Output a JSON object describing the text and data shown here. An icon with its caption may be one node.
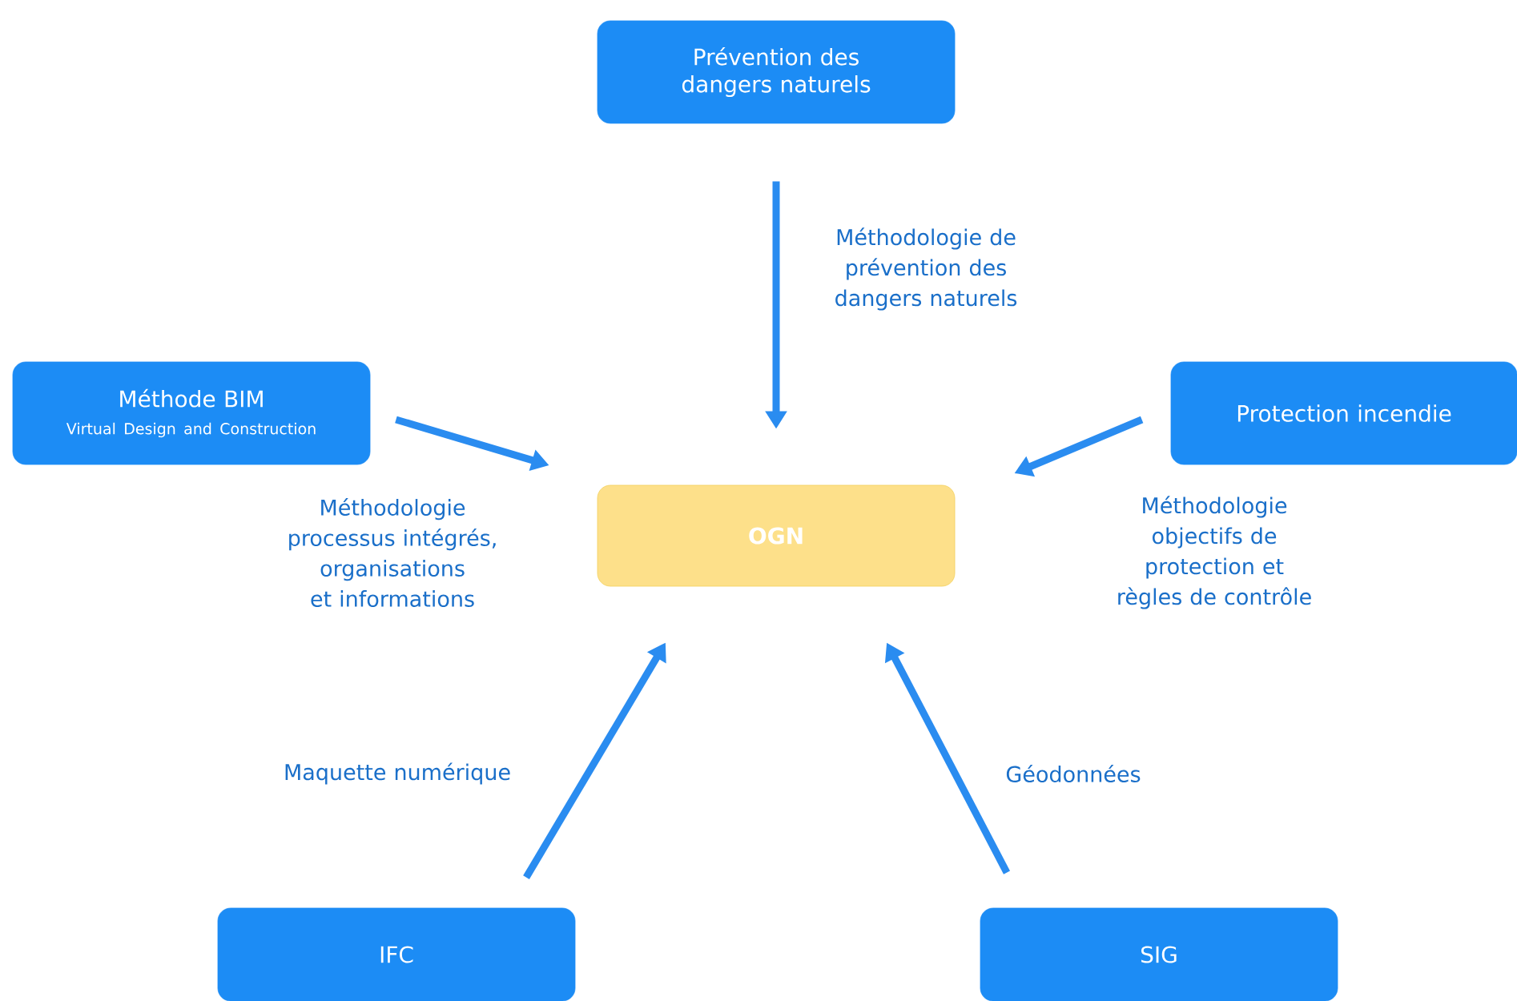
{
  "diagram": {
    "nodes": [
      {
        "text": [
          "Prévention des dangers naturels"
        ]
      },
      {
        "text": [
          "Méthode BIM",
          "Virtual Design and Construction"
        ]
      },
      {
        "text": [
          "Protection incendie"
        ]
      },
      {
        "text": [
          "OGN"
        ]
      },
      {
        "text": [
          "IFC"
        ]
      },
      {
        "text": [
          "SIG"
        ]
      }
    ],
    "edges": [
      {
        "from": 0,
        "to": 3,
        "arrow": "to",
        "label": "Méthodologie de prévention des dangers naturels"
      },
      {
        "from": 1,
        "to": 3,
        "arrow": "to",
        "label": "Méthodologie processus intégrés, organisations et informations"
      },
      {
        "from": 2,
        "to": 3,
        "arrow": "to",
        "label": "Méthodologie objectifs de protection et règles de contrôle"
      },
      {
        "from": 4,
        "to": 3,
        "arrow": "to",
        "label": "Maquette numérique"
      },
      {
        "from": 5,
        "to": 3,
        "arrow": "to",
        "label": "Géodonnées"
      }
    ]
  }
}
